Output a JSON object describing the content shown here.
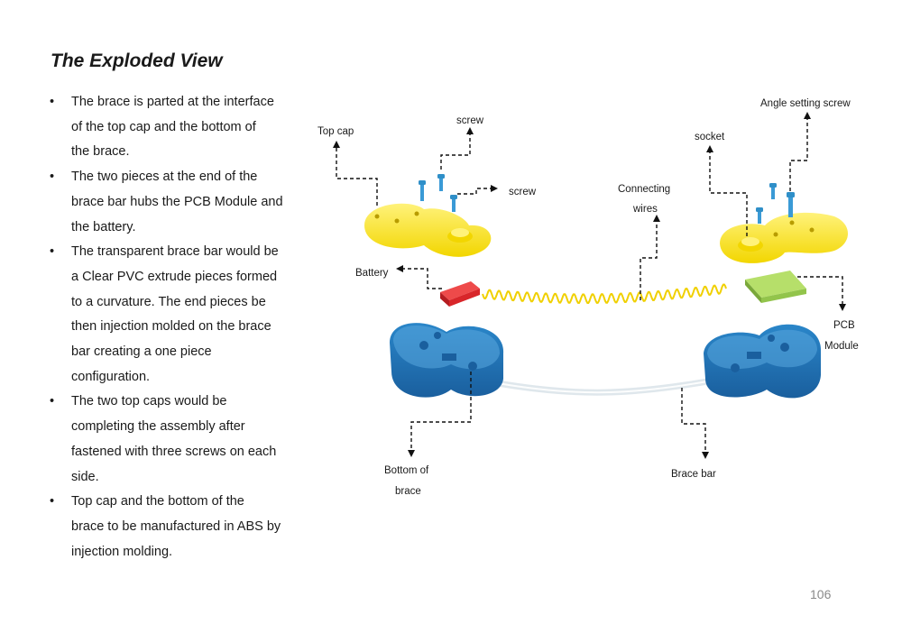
{
  "page": {
    "title": "The Exploded View",
    "page_number": "106"
  },
  "bullets": [
    {
      "lines": [
        "The brace is parted at the interface",
        "of the top cap and the bottom of",
        "the brace."
      ]
    },
    {
      "lines": [
        "The two pieces at the end of the",
        "brace bar hubs the PCB Module and",
        "the battery."
      ]
    },
    {
      "lines": [
        "The transparent brace bar would be",
        "a Clear PVC extrude pieces formed",
        "to a curvature. The end pieces be",
        "then injection molded on the brace",
        "bar creating a one piece",
        "configuration."
      ]
    },
    {
      "lines": [
        "The two top caps would be",
        "completing the assembly after",
        "fastened with three screws on each",
        "side."
      ]
    },
    {
      "lines": [
        "Top cap and the bottom of the",
        "brace to be manufactured in ABS by",
        "injection molding."
      ]
    }
  ],
  "bullet_symbol": "•",
  "diagram": {
    "labels": {
      "top_cap": "Top cap",
      "screw_upper": "screw",
      "screw_right": "screw",
      "battery": "Battery",
      "connecting_wires_1": "Connecting",
      "connecting_wires_2": "wires",
      "socket": "socket",
      "angle_setting_screw": "Angle setting screw",
      "pcb_1": "PCB",
      "pcb_2": "Module",
      "bottom_of_brace_1": "Bottom of",
      "bottom_of_brace_2": "brace",
      "brace_bar": "Brace bar"
    },
    "colors": {
      "top_cap": "#f5e21c",
      "bottom_shell": "#1e6fb3",
      "screw": "#2f8fc8",
      "battery": "#d8262a",
      "pcb": "#a8d65a",
      "wire": "#f0d000",
      "brace_bar": "#e8eef2"
    }
  }
}
